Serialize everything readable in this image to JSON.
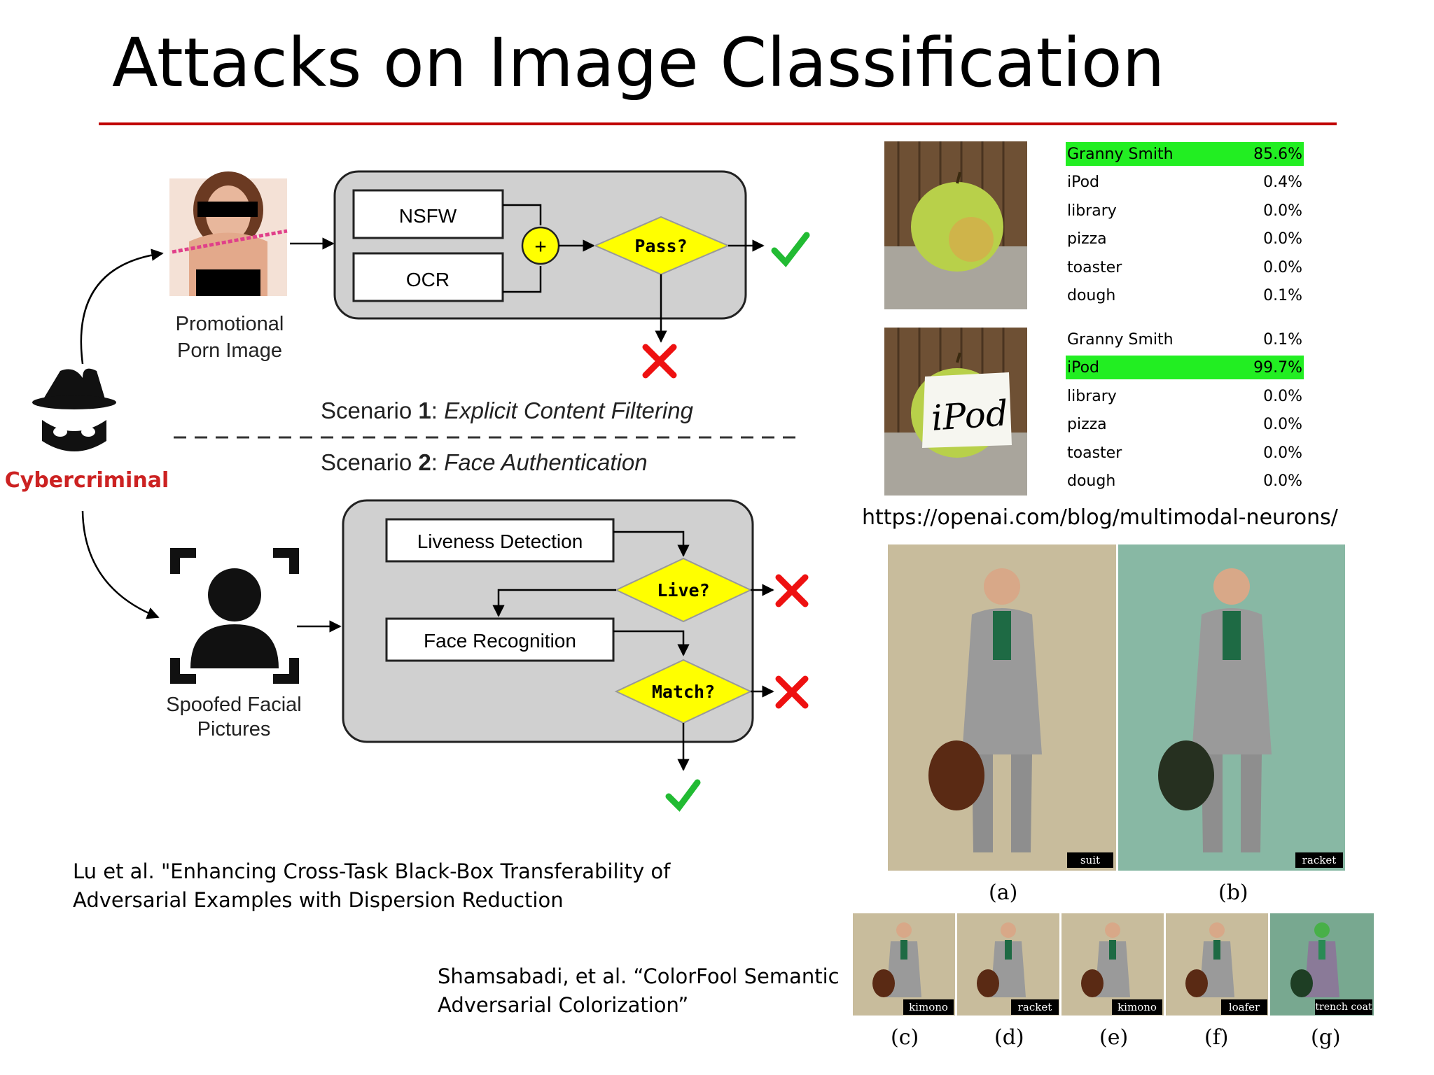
{
  "title": "Attacks on Image Classification",
  "colors": {
    "rule": "#c00000",
    "highlight": "#22ee22",
    "decision": "#ffff00",
    "pass": "#22bb33",
    "fail": "#ee1111",
    "criminal": "#cc2222"
  },
  "diagram": {
    "promo_caption": [
      "Promotional",
      "Porn Image"
    ],
    "criminal_label": "Cybercriminal",
    "box_nsfw": "NSFW",
    "box_ocr": "OCR",
    "plus": "+",
    "pass_decision": "Pass?",
    "scenario1_prefix": "Scenario ",
    "scenario1_num": "1",
    "scenario1_colon": ": ",
    "scenario1_text": "Explicit Content Filtering",
    "scenario2_prefix": "Scenario ",
    "scenario2_num": "2",
    "scenario2_colon": ": ",
    "scenario2_text": "Face Authentication",
    "box_liveness": "Liveness Detection",
    "live_decision": "Live?",
    "box_face": "Face Recognition",
    "match_decision": "Match?",
    "spoof_caption": [
      "Spoofed Facial",
      "Pictures"
    ]
  },
  "classification": {
    "apple_plain": [
      {
        "label": "Granny Smith",
        "value": "85.6%",
        "highlight": true
      },
      {
        "label": "iPod",
        "value": "0.4%"
      },
      {
        "label": "library",
        "value": "0.0%"
      },
      {
        "label": "pizza",
        "value": "0.0%"
      },
      {
        "label": "toaster",
        "value": "0.0%"
      },
      {
        "label": "dough",
        "value": "0.1%"
      }
    ],
    "apple_ipod": [
      {
        "label": "Granny Smith",
        "value": "0.1%"
      },
      {
        "label": "iPod",
        "value": "99.7%",
        "highlight": true
      },
      {
        "label": "library",
        "value": "0.0%"
      },
      {
        "label": "pizza",
        "value": "0.0%"
      },
      {
        "label": "toaster",
        "value": "0.0%"
      },
      {
        "label": "dough",
        "value": "0.0%"
      }
    ],
    "note_text": "iPod",
    "url": "https://openai.com/blog/multimodal-neurons/"
  },
  "colorfool": {
    "big": [
      {
        "tag": "suit",
        "caption": "(a)"
      },
      {
        "tag": "racket",
        "caption": "(b)"
      }
    ],
    "small": [
      {
        "tag": "kimono",
        "caption": "(c)"
      },
      {
        "tag": "racket",
        "caption": "(d)"
      },
      {
        "tag": "kimono",
        "caption": "(e)"
      },
      {
        "tag": "loafer",
        "caption": "(f)"
      },
      {
        "tag": "trench coat",
        "caption": "(g)"
      }
    ]
  },
  "citations": {
    "lu": [
      "Lu et al. \"Enhancing Cross-Task Black-Box Transferability of",
      "Adversarial Examples with Dispersion Reduction"
    ],
    "shamsabadi": [
      "Shamsabadi, et al. “ColorFool Semantic",
      "Adversarial Colorization”"
    ]
  }
}
